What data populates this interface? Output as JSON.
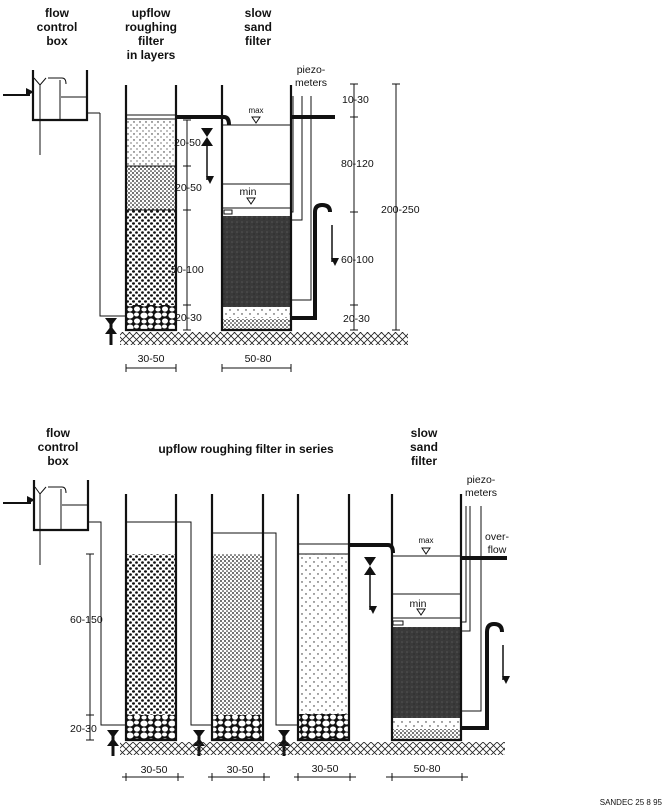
{
  "top": {
    "flow_control_box": [
      "flow",
      "control",
      "box"
    ],
    "roughing_filter": [
      "upflow",
      "roughing",
      "filter",
      "in layers"
    ],
    "slow_sand_filter": [
      "slow",
      "sand",
      "filter"
    ],
    "piezometers": [
      "piezo-",
      "meters"
    ],
    "water_max": "max",
    "water_min": "min",
    "layer_dims": [
      "20-50",
      "20-50",
      "50-100",
      "20-30"
    ],
    "ssf_dims": [
      "10-30",
      "80-120",
      "60-100",
      "20-30"
    ],
    "total_height": "200-250",
    "width_roughing": "30-50",
    "width_ssf": "50-80"
  },
  "bottom": {
    "flow_control_box": [
      "flow",
      "control",
      "box"
    ],
    "roughing_filter": "upflow roughing filter in series",
    "slow_sand_filter": [
      "slow",
      "sand",
      "filter"
    ],
    "piezometers": [
      "piezo-",
      "meters"
    ],
    "overflow": [
      "over-",
      "flow"
    ],
    "water_max": "max",
    "water_min": "min",
    "height_dims": [
      "60-150",
      "20-30"
    ],
    "widths": [
      "30-50",
      "30-50",
      "30-50",
      "50-80"
    ]
  },
  "credit": "SANDEC 25 8 95"
}
